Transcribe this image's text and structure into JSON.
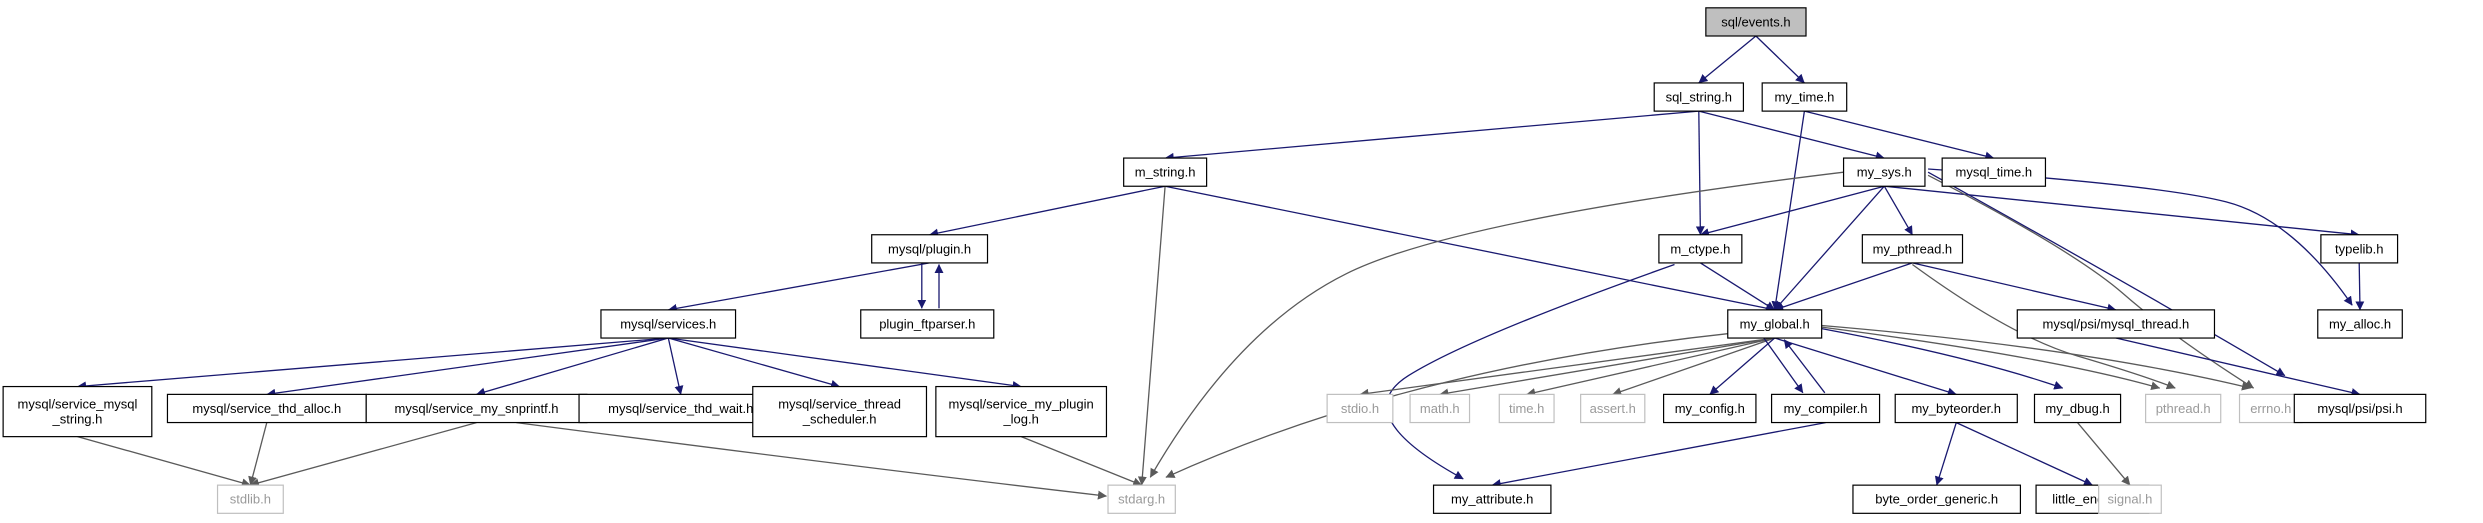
{
  "colors": {
    "edge": "#191970",
    "edge_light": "#5a5a5a",
    "node_border": "#000000",
    "node_fill": "#ffffff",
    "root_fill": "#bfbfbf",
    "system_border": "#bfbfbf",
    "system_text": "#9a9a9a"
  },
  "nodes": [
    {
      "id": "events",
      "lines": [
        "sql/events.h"
      ],
      "kind": "root"
    },
    {
      "id": "sql_string",
      "lines": [
        "sql_string.h"
      ],
      "kind": "normal"
    },
    {
      "id": "my_time",
      "lines": [
        "my_time.h"
      ],
      "kind": "normal"
    },
    {
      "id": "m_string",
      "lines": [
        "m_string.h"
      ],
      "kind": "normal"
    },
    {
      "id": "my_sys",
      "lines": [
        "my_sys.h"
      ],
      "kind": "normal"
    },
    {
      "id": "mysql_time",
      "lines": [
        "mysql_time.h"
      ],
      "kind": "normal"
    },
    {
      "id": "plugin",
      "lines": [
        "mysql/plugin.h"
      ],
      "kind": "normal"
    },
    {
      "id": "m_ctype",
      "lines": [
        "m_ctype.h"
      ],
      "kind": "normal"
    },
    {
      "id": "my_pthread",
      "lines": [
        "my_pthread.h"
      ],
      "kind": "normal"
    },
    {
      "id": "typelib",
      "lines": [
        "typelib.h"
      ],
      "kind": "normal"
    },
    {
      "id": "plugin_ftparser",
      "lines": [
        "plugin_ftparser.h"
      ],
      "kind": "normal"
    },
    {
      "id": "services",
      "lines": [
        "mysql/services.h"
      ],
      "kind": "normal"
    },
    {
      "id": "my_global",
      "lines": [
        "my_global.h"
      ],
      "kind": "normal"
    },
    {
      "id": "psi_mysql_thread",
      "lines": [
        "mysql/psi/mysql_thread.h"
      ],
      "kind": "normal"
    },
    {
      "id": "my_alloc",
      "lines": [
        "my_alloc.h"
      ],
      "kind": "normal"
    },
    {
      "id": "svc_mysql_string",
      "lines": [
        "mysql/service_mysql",
        "_string.h"
      ],
      "kind": "normal"
    },
    {
      "id": "svc_thd_alloc",
      "lines": [
        "mysql/service_thd_alloc.h"
      ],
      "kind": "normal"
    },
    {
      "id": "svc_my_snprintf",
      "lines": [
        "mysql/service_my_snprintf.h"
      ],
      "kind": "normal"
    },
    {
      "id": "svc_thd_wait",
      "lines": [
        "mysql/service_thd_wait.h"
      ],
      "kind": "normal"
    },
    {
      "id": "svc_thread_scheduler",
      "lines": [
        "mysql/service_thread",
        "_scheduler.h"
      ],
      "kind": "normal"
    },
    {
      "id": "svc_my_plugin_log",
      "lines": [
        "mysql/service_my_plugin",
        "_log.h"
      ],
      "kind": "normal"
    },
    {
      "id": "stdio",
      "lines": [
        "stdio.h"
      ],
      "kind": "system"
    },
    {
      "id": "math",
      "lines": [
        "math.h"
      ],
      "kind": "system"
    },
    {
      "id": "time",
      "lines": [
        "time.h"
      ],
      "kind": "system"
    },
    {
      "id": "assert",
      "lines": [
        "assert.h"
      ],
      "kind": "system"
    },
    {
      "id": "my_config",
      "lines": [
        "my_config.h"
      ],
      "kind": "normal"
    },
    {
      "id": "my_compiler",
      "lines": [
        "my_compiler.h"
      ],
      "kind": "normal"
    },
    {
      "id": "my_byteorder",
      "lines": [
        "my_byteorder.h"
      ],
      "kind": "normal"
    },
    {
      "id": "my_dbug",
      "lines": [
        "my_dbug.h"
      ],
      "kind": "normal"
    },
    {
      "id": "pthread",
      "lines": [
        "pthread.h"
      ],
      "kind": "system"
    },
    {
      "id": "errno",
      "lines": [
        "errno.h"
      ],
      "kind": "system"
    },
    {
      "id": "psi",
      "lines": [
        "mysql/psi/psi.h"
      ],
      "kind": "normal"
    },
    {
      "id": "stdlib",
      "lines": [
        "stdlib.h"
      ],
      "kind": "system"
    },
    {
      "id": "stdarg",
      "lines": [
        "stdarg.h"
      ],
      "kind": "system"
    },
    {
      "id": "my_attribute",
      "lines": [
        "my_attribute.h"
      ],
      "kind": "normal"
    },
    {
      "id": "byte_order_generic",
      "lines": [
        "byte_order_generic.h"
      ],
      "kind": "normal"
    },
    {
      "id": "little_endian",
      "lines": [
        "little_endian.h"
      ],
      "kind": "normal"
    },
    {
      "id": "signal",
      "lines": [
        "signal.h"
      ],
      "kind": "system"
    }
  ],
  "edges": [
    {
      "from": "events",
      "to": "sql_string"
    },
    {
      "from": "events",
      "to": "my_time"
    },
    {
      "from": "sql_string",
      "to": "m_string"
    },
    {
      "from": "sql_string",
      "to": "my_sys"
    },
    {
      "from": "sql_string",
      "to": "m_ctype"
    },
    {
      "from": "my_time",
      "to": "mysql_time"
    },
    {
      "from": "my_time",
      "to": "my_global"
    },
    {
      "from": "m_string",
      "to": "plugin"
    },
    {
      "from": "m_string",
      "to": "my_global"
    },
    {
      "from": "m_string",
      "to": "stdarg"
    },
    {
      "from": "my_sys",
      "to": "m_ctype"
    },
    {
      "from": "my_sys",
      "to": "my_pthread"
    },
    {
      "from": "my_sys",
      "to": "typelib"
    },
    {
      "from": "my_sys",
      "to": "my_global"
    },
    {
      "from": "my_sys",
      "to": "my_alloc"
    },
    {
      "from": "my_sys",
      "to": "psi"
    },
    {
      "from": "my_sys",
      "to": "errno"
    },
    {
      "from": "my_sys",
      "to": "stdarg"
    },
    {
      "from": "plugin",
      "to": "plugin_ftparser"
    },
    {
      "from": "plugin_ftparser",
      "to": "plugin"
    },
    {
      "from": "plugin",
      "to": "services"
    },
    {
      "from": "m_ctype",
      "to": "my_global"
    },
    {
      "from": "m_ctype",
      "to": "my_attribute"
    },
    {
      "from": "my_pthread",
      "to": "my_global"
    },
    {
      "from": "my_pthread",
      "to": "psi_mysql_thread"
    },
    {
      "from": "my_pthread",
      "to": "pthread"
    },
    {
      "from": "typelib",
      "to": "my_alloc"
    },
    {
      "from": "services",
      "to": "svc_mysql_string"
    },
    {
      "from": "services",
      "to": "svc_thd_alloc"
    },
    {
      "from": "services",
      "to": "svc_my_snprintf"
    },
    {
      "from": "services",
      "to": "svc_thd_wait"
    },
    {
      "from": "services",
      "to": "svc_thread_scheduler"
    },
    {
      "from": "services",
      "to": "svc_my_plugin_log"
    },
    {
      "from": "my_global",
      "to": "stdio"
    },
    {
      "from": "my_global",
      "to": "math"
    },
    {
      "from": "my_global",
      "to": "time"
    },
    {
      "from": "my_global",
      "to": "assert"
    },
    {
      "from": "my_global",
      "to": "my_config"
    },
    {
      "from": "my_global",
      "to": "my_compiler"
    },
    {
      "from": "my_compiler",
      "to": "my_global"
    },
    {
      "from": "my_global",
      "to": "my_byteorder"
    },
    {
      "from": "my_global",
      "to": "my_dbug"
    },
    {
      "from": "my_global",
      "to": "pthread"
    },
    {
      "from": "my_global",
      "to": "errno"
    },
    {
      "from": "my_global",
      "to": "stdarg"
    },
    {
      "from": "psi_mysql_thread",
      "to": "psi"
    },
    {
      "from": "svc_mysql_string",
      "to": "stdlib"
    },
    {
      "from": "svc_thd_alloc",
      "to": "stdlib"
    },
    {
      "from": "svc_my_snprintf",
      "to": "stdlib"
    },
    {
      "from": "svc_my_snprintf",
      "to": "stdarg"
    },
    {
      "from": "svc_my_plugin_log",
      "to": "stdarg"
    },
    {
      "from": "my_compiler",
      "to": "my_attribute"
    },
    {
      "from": "my_byteorder",
      "to": "byte_order_generic"
    },
    {
      "from": "my_byteorder",
      "to": "little_endian"
    },
    {
      "from": "my_dbug",
      "to": "signal"
    }
  ]
}
